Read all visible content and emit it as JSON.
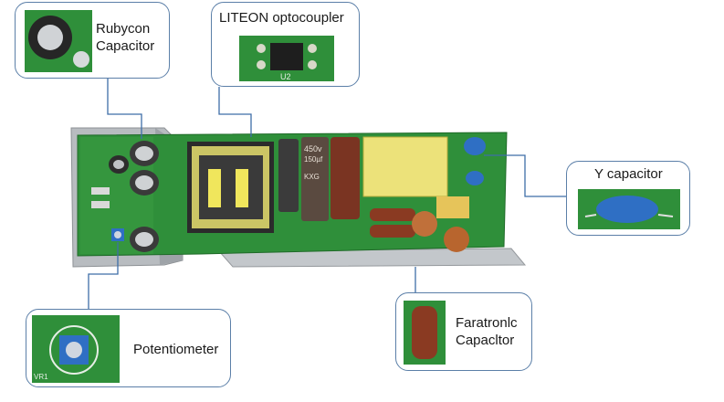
{
  "callouts": {
    "rubycon": {
      "line1": "Rubycon",
      "line2": "Capacitor"
    },
    "optocoupler": {
      "label": "LITEON optocoupler",
      "chip_marking": "U2"
    },
    "y_capacitor": {
      "label": "Y capacitor"
    },
    "potentiometer": {
      "label": "Potentiometer",
      "pcb_text": "VR1"
    },
    "faratronic": {
      "line1": "Faratronlc",
      "line2": "Capacltor"
    }
  },
  "board": {
    "cap_marking_1": "450v",
    "cap_marking_2": "150µf",
    "cap_brand": "KXG"
  },
  "colors": {
    "callout_border": "#5b7fa8",
    "connector_line": "#3e6ea8",
    "pcb_green": "#2f8f3a",
    "heatsink": "#b8bcc0",
    "transformer_yellow": "#e8e070",
    "x_cap_yellow": "#ece27a",
    "y_cap_blue": "#2f6fc4",
    "film_cap_brown": "#8a3a22"
  }
}
